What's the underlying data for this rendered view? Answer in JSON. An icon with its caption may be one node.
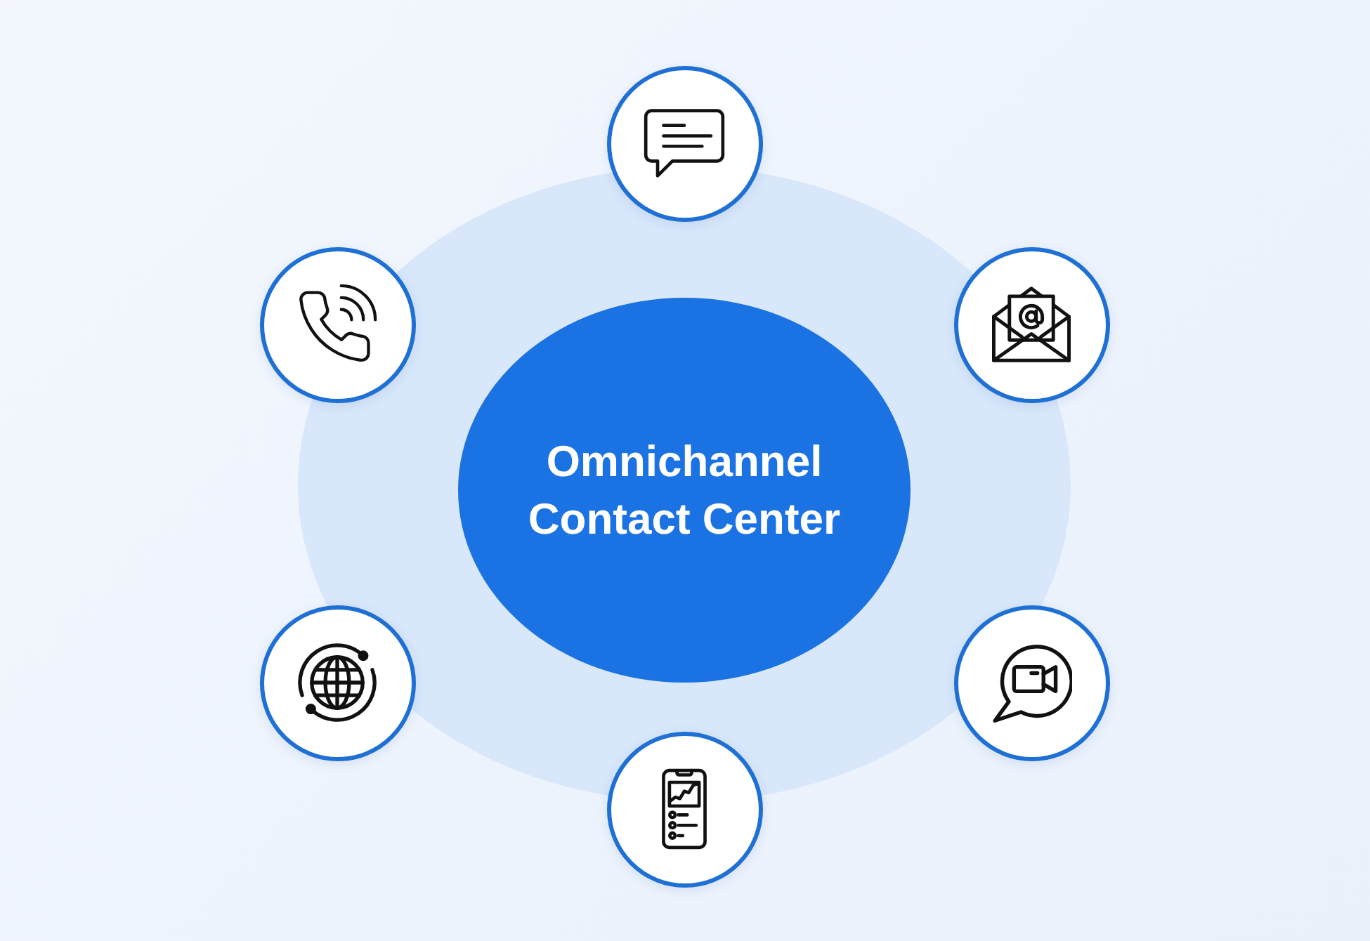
{
  "diagram": {
    "nodes": [
      {
        "text": [
          "Omnichannel Contact Center"
        ]
      },
      {
        "text": [],
        "shape": "circle"
      },
      {
        "text": [],
        "shape": "circle"
      },
      {
        "text": [],
        "shape": "circle"
      },
      {
        "text": [],
        "shape": "circle"
      },
      {
        "text": [],
        "shape": "circle"
      },
      {
        "text": [],
        "shape": "circle"
      }
    ]
  }
}
